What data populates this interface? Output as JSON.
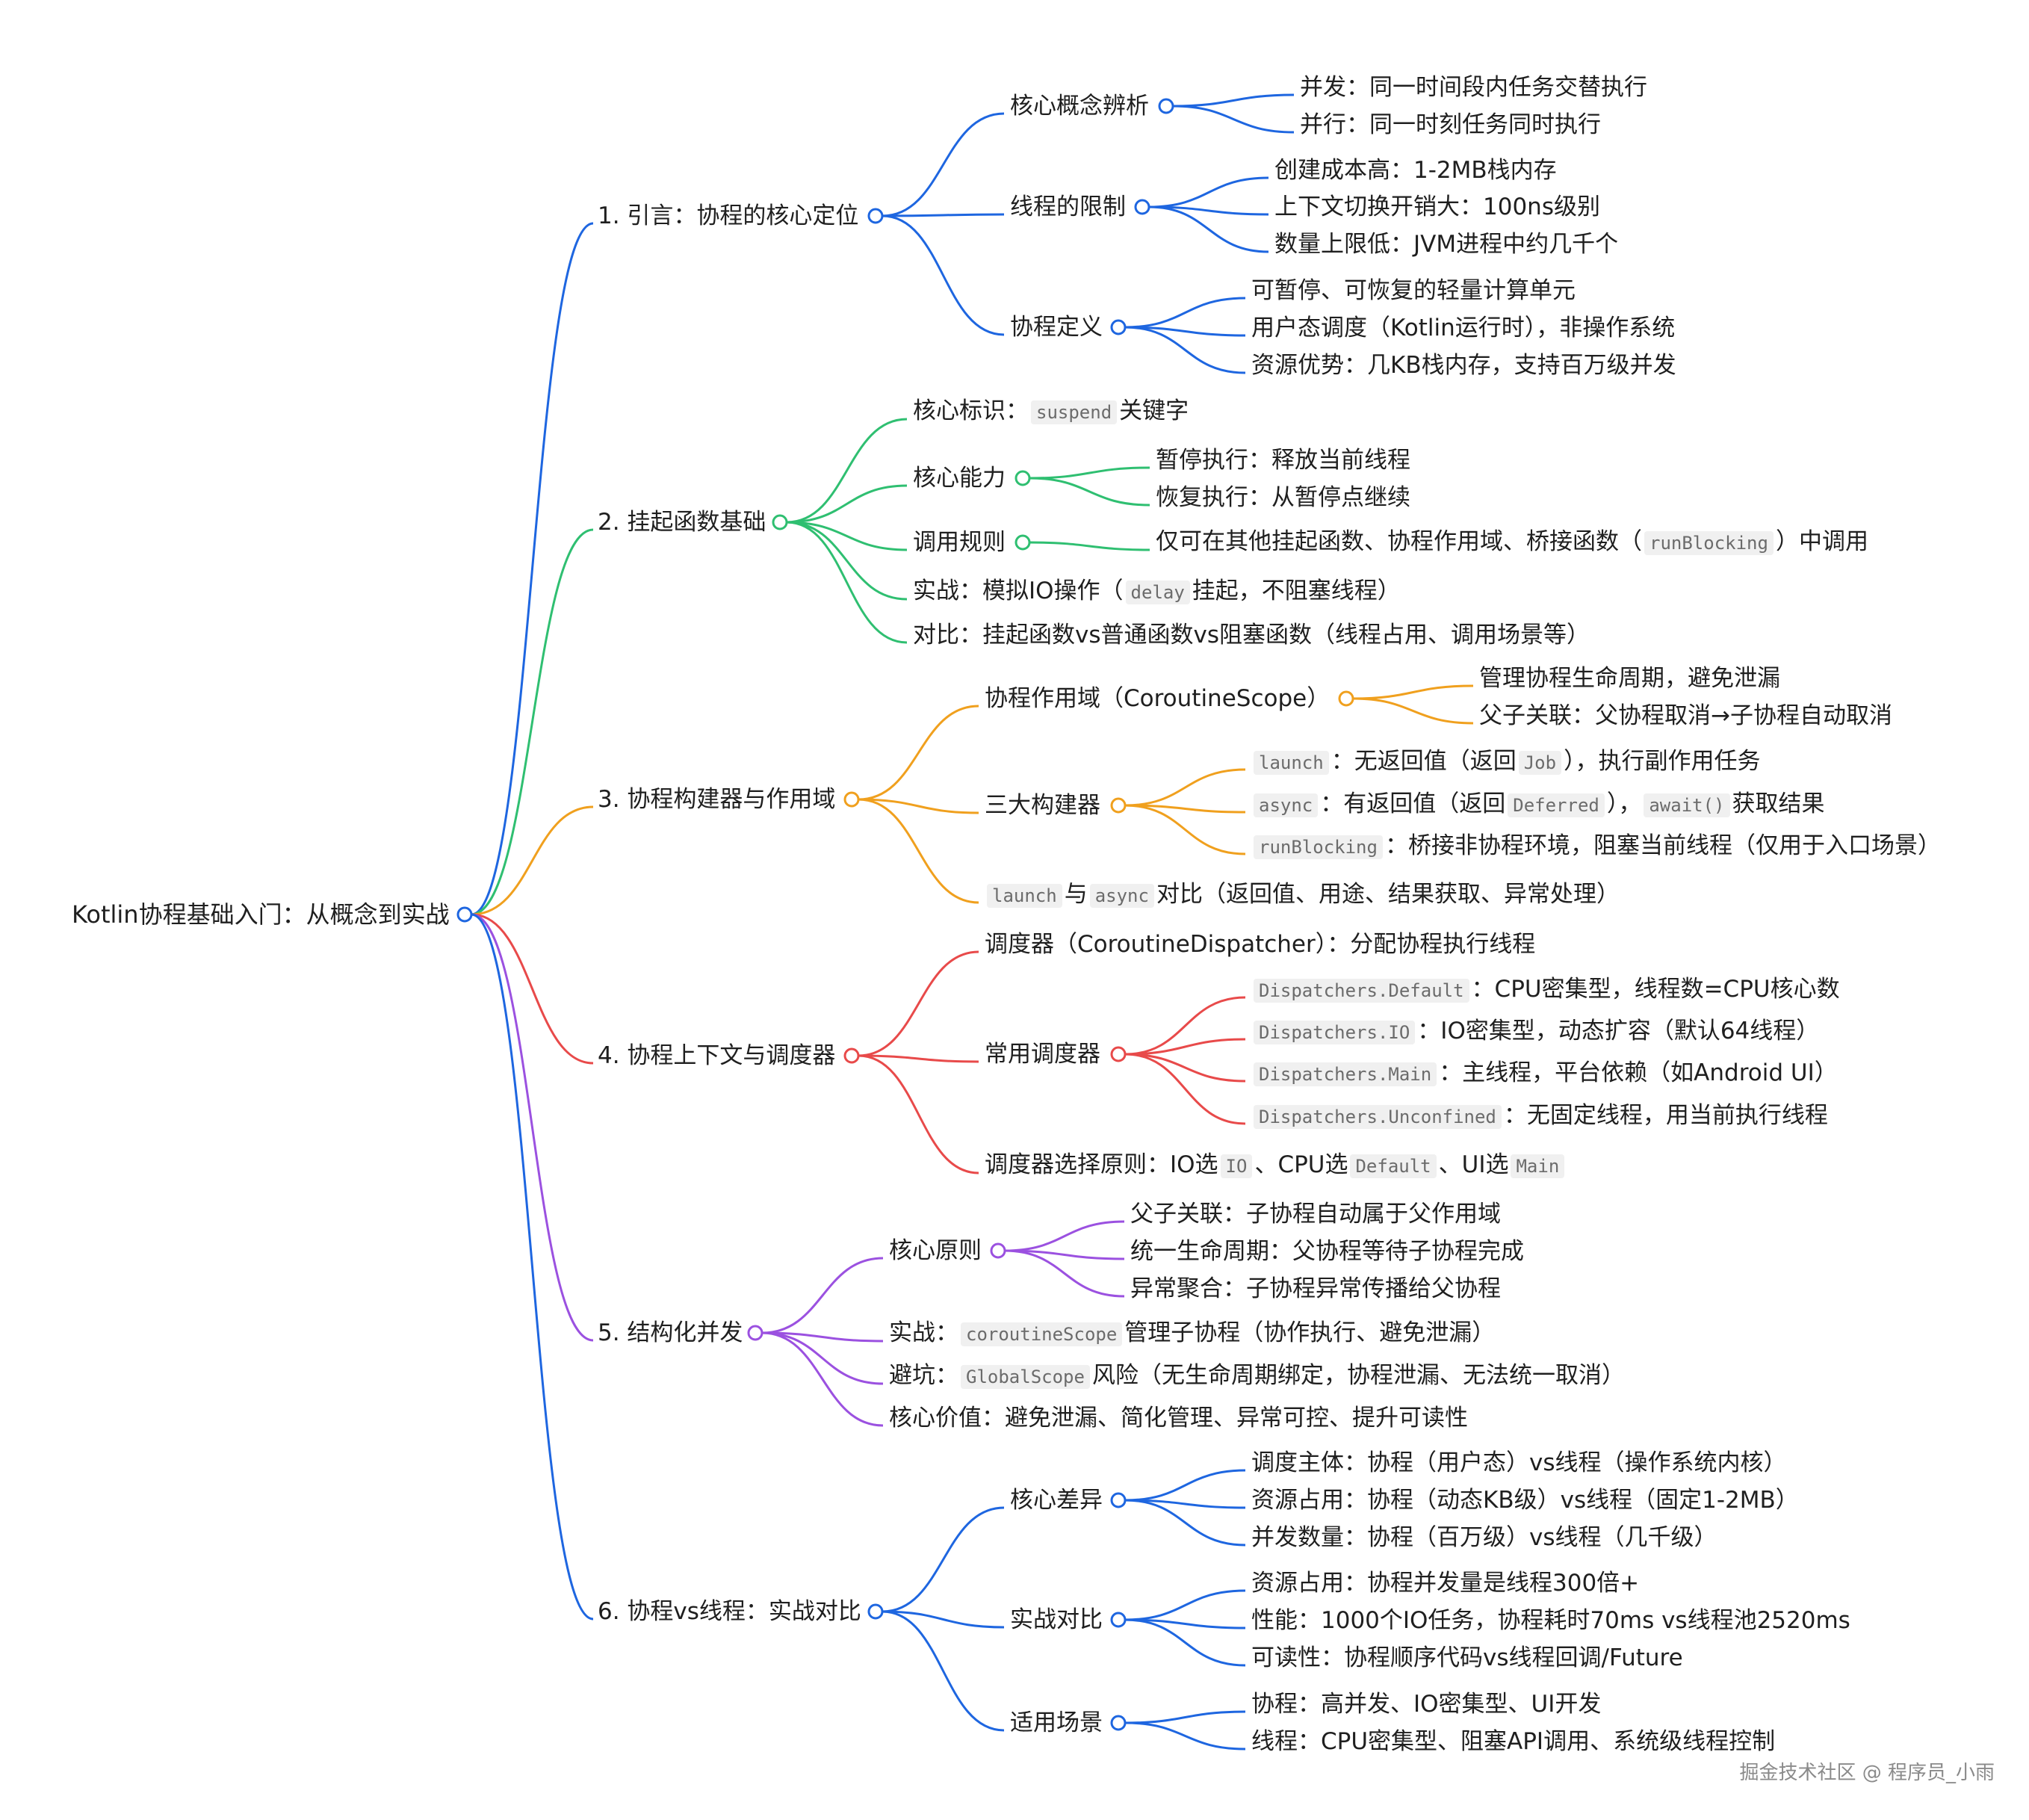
{
  "palette": {
    "root": "#1e66e0",
    "b1": "#1e66e0",
    "b2": "#2fbf71",
    "b3": "#f0a01e",
    "b4": "#e84a4a",
    "b5": "#9b51e0",
    "b6": "#1e66e0"
  },
  "root": {
    "text": "Kotlin协程基础入门：从概念到实战"
  },
  "branches": [
    {
      "id": "b1",
      "text": "1. 引言：协程的核心定位",
      "children": [
        {
          "text": "核心概念辨析",
          "children": [
            {
              "text": "并发：同一时间段内任务交替执行"
            },
            {
              "text": "并行：同一时刻任务同时执行"
            }
          ]
        },
        {
          "text": "线程的限制",
          "children": [
            {
              "text": "创建成本高：1-2MB栈内存"
            },
            {
              "text": "上下文切换开销大：100ns级别"
            },
            {
              "text": "数量上限低：JVM进程中约几千个"
            }
          ]
        },
        {
          "text": "协程定义",
          "children": [
            {
              "text": "可暂停、可恢复的轻量计算单元"
            },
            {
              "text": "用户态调度（Kotlin运行时），非操作系统"
            },
            {
              "text": "资源优势：几KB栈内存，支持百万级并发"
            }
          ]
        }
      ]
    },
    {
      "id": "b2",
      "text": "2. 挂起函数基础",
      "children": [
        {
          "parts": [
            {
              "t": "核心标识："
            },
            {
              "c": "suspend"
            },
            {
              "t": "关键字"
            }
          ]
        },
        {
          "text": "核心能力",
          "children": [
            {
              "text": "暂停执行：释放当前线程"
            },
            {
              "text": "恢复执行：从暂停点继续"
            }
          ]
        },
        {
          "text": "调用规则",
          "children": [
            {
              "parts": [
                {
                  "t": "仅可在其他挂起函数、协程作用域、桥接函数（"
                },
                {
                  "c": "runBlocking"
                },
                {
                  "t": "）中调用"
                }
              ]
            }
          ]
        },
        {
          "parts": [
            {
              "t": "实战：模拟IO操作（"
            },
            {
              "c": "delay"
            },
            {
              "t": "挂起，不阻塞线程）"
            }
          ]
        },
        {
          "text": "对比：挂起函数vs普通函数vs阻塞函数（线程占用、调用场景等）"
        }
      ]
    },
    {
      "id": "b3",
      "text": "3. 协程构建器与作用域",
      "children": [
        {
          "text": "协程作用域（CoroutineScope）",
          "children": [
            {
              "text": "管理协程生命周期，避免泄漏"
            },
            {
              "text": "父子关联：父协程取消→子协程自动取消"
            }
          ]
        },
        {
          "text": "三大构建器",
          "children": [
            {
              "parts": [
                {
                  "c": "launch"
                },
                {
                  "t": "：无返回值（返回"
                },
                {
                  "c": "Job"
                },
                {
                  "t": "），执行副作用任务"
                }
              ]
            },
            {
              "parts": [
                {
                  "c": "async"
                },
                {
                  "t": "：有返回值（返回"
                },
                {
                  "c": "Deferred"
                },
                {
                  "t": "），"
                },
                {
                  "c": "await()"
                },
                {
                  "t": "获取结果"
                }
              ]
            },
            {
              "parts": [
                {
                  "c": "runBlocking"
                },
                {
                  "t": "：桥接非协程环境，阻塞当前线程（仅用于入口场景）"
                }
              ]
            }
          ]
        },
        {
          "parts": [
            {
              "c": "launch"
            },
            {
              "t": "与"
            },
            {
              "c": "async"
            },
            {
              "t": "对比（返回值、用途、结果获取、异常处理）"
            }
          ]
        }
      ]
    },
    {
      "id": "b4",
      "text": "4. 协程上下文与调度器",
      "children": [
        {
          "text": "调度器（CoroutineDispatcher）：分配协程执行线程"
        },
        {
          "text": "常用调度器",
          "children": [
            {
              "parts": [
                {
                  "c": "Dispatchers.Default"
                },
                {
                  "t": "：CPU密集型，线程数=CPU核心数"
                }
              ]
            },
            {
              "parts": [
                {
                  "c": "Dispatchers.IO"
                },
                {
                  "t": "：IO密集型，动态扩容（默认64线程）"
                }
              ]
            },
            {
              "parts": [
                {
                  "c": "Dispatchers.Main"
                },
                {
                  "t": "：主线程，平台依赖（如Android UI）"
                }
              ]
            },
            {
              "parts": [
                {
                  "c": "Dispatchers.Unconfined"
                },
                {
                  "t": "：无固定线程，用当前执行线程"
                }
              ]
            }
          ]
        },
        {
          "parts": [
            {
              "t": "调度器选择原则：IO选"
            },
            {
              "c": "IO"
            },
            {
              "t": "、CPU选"
            },
            {
              "c": "Default"
            },
            {
              "t": "、UI选"
            },
            {
              "c": "Main"
            }
          ]
        }
      ]
    },
    {
      "id": "b5",
      "text": "5. 结构化并发",
      "children": [
        {
          "text": "核心原则",
          "children": [
            {
              "text": "父子关联：子协程自动属于父作用域"
            },
            {
              "text": "统一生命周期：父协程等待子协程完成"
            },
            {
              "text": "异常聚合：子协程异常传播给父协程"
            }
          ]
        },
        {
          "parts": [
            {
              "t": "实战："
            },
            {
              "c": "coroutineScope"
            },
            {
              "t": "管理子协程（协作执行、避免泄漏）"
            }
          ]
        },
        {
          "parts": [
            {
              "t": "避坑："
            },
            {
              "c": "GlobalScope"
            },
            {
              "t": "风险（无生命周期绑定，协程泄漏、无法统一取消）"
            }
          ]
        },
        {
          "text": "核心价值：避免泄漏、简化管理、异常可控、提升可读性"
        }
      ]
    },
    {
      "id": "b6",
      "text": "6. 协程vs线程：实战对比",
      "children": [
        {
          "text": "核心差异",
          "children": [
            {
              "text": "调度主体：协程（用户态）vs线程（操作系统内核）"
            },
            {
              "text": "资源占用：协程（动态KB级）vs线程（固定1-2MB）"
            },
            {
              "text": "并发数量：协程（百万级）vs线程（几千级）"
            }
          ]
        },
        {
          "text": "实战对比",
          "children": [
            {
              "text": "资源占用：协程并发量是线程300倍+"
            },
            {
              "text": "性能：1000个IO任务，协程耗时70ms vs线程池2520ms"
            },
            {
              "text": "可读性：协程顺序代码vs线程回调/Future"
            }
          ]
        },
        {
          "text": "适用场景",
          "children": [
            {
              "text": "协程：高并发、IO密集型、UI开发"
            },
            {
              "text": "线程：CPU密集型、阻塞API调用、系统级线程控制"
            }
          ]
        }
      ]
    }
  ],
  "watermark": "掘金技术社区 @ 程序员_小雨"
}
